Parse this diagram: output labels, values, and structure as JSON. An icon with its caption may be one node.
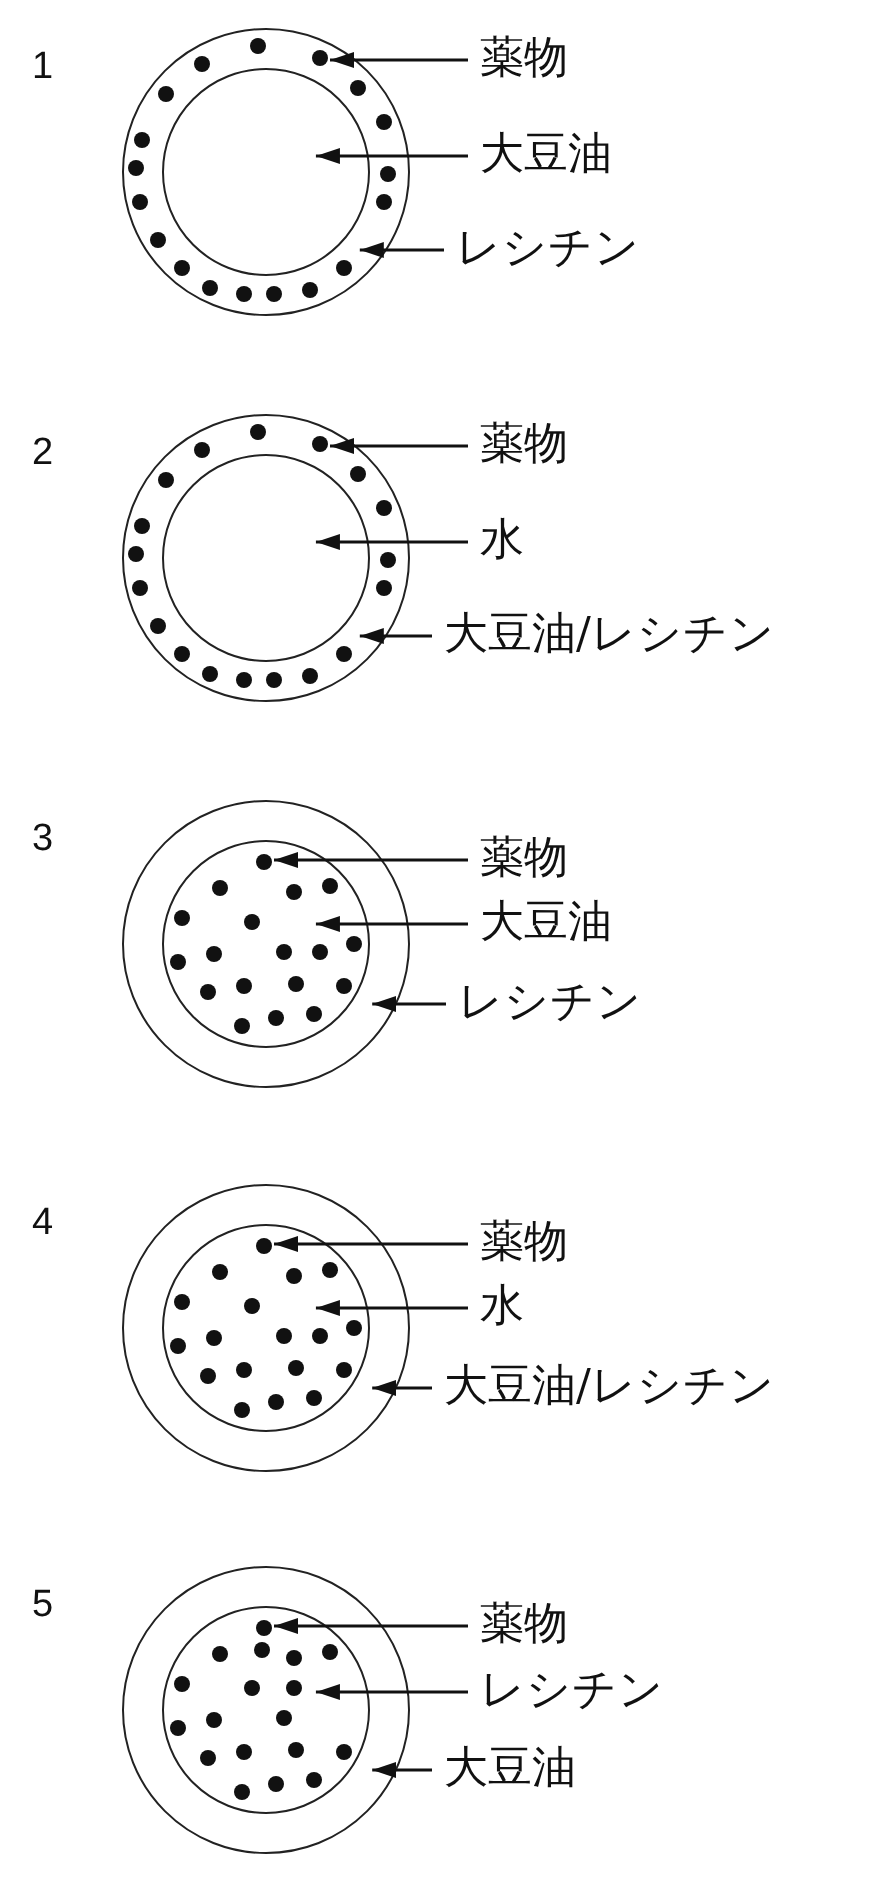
{
  "diagram": {
    "nodes": [
      {
        "text": [],
        "shape": "circle"
      },
      {
        "text": [],
        "shape": "circle",
        "in": 0
      },
      {
        "text": [],
        "shape": "circle",
        "in": 0
      },
      {
        "text": [
          "薬物"
        ]
      },
      {
        "text": [
          "大豆油"
        ]
      },
      {
        "text": [
          "レシチン"
        ]
      },
      {
        "text": [],
        "shape": "circle"
      },
      {
        "text": [],
        "shape": "circle",
        "in": 6
      },
      {
        "text": [],
        "shape": "circle",
        "in": 6
      },
      {
        "text": [
          "薬物"
        ]
      },
      {
        "text": [
          "水"
        ]
      },
      {
        "text": [
          "大豆油/レシチン"
        ]
      },
      {
        "text": [],
        "shape": "circle"
      },
      {
        "text": [],
        "shape": "circle",
        "in": 12
      },
      {
        "text": [],
        "shape": "circle",
        "in": 13
      },
      {
        "text": [
          "薬物"
        ]
      },
      {
        "text": [
          "大豆油"
        ]
      },
      {
        "text": [
          "レシチン"
        ]
      },
      {
        "text": [],
        "shape": "circle"
      },
      {
        "text": [],
        "shape": "circle",
        "in": 18
      },
      {
        "text": [],
        "shape": "circle",
        "in": 19
      },
      {
        "text": [
          "薬物"
        ]
      },
      {
        "text": [
          "水"
        ]
      },
      {
        "text": [
          "大豆油/レシチン"
        ]
      },
      {
        "text": [],
        "shape": "circle"
      },
      {
        "text": [],
        "shape": "circle",
        "in": 24
      },
      {
        "text": [],
        "shape": "circle",
        "in": 25
      },
      {
        "text": [
          "薬物"
        ]
      },
      {
        "text": [
          "レシチン"
        ]
      },
      {
        "text": [
          "大豆油"
        ]
      }
    ],
    "edges": [
      {
        "from": 3,
        "to": 2,
        "arrow": "to"
      },
      {
        "from": 4,
        "to": 1,
        "arrow": "to"
      },
      {
        "from": 5,
        "to": 0,
        "arrow": "to"
      },
      {
        "from": 9,
        "to": 8,
        "arrow": "to"
      },
      {
        "from": 10,
        "to": 7,
        "arrow": "to"
      },
      {
        "from": 11,
        "to": 6,
        "arrow": "to"
      },
      {
        "from": 15,
        "to": 14,
        "arrow": "to"
      },
      {
        "from": 16,
        "to": 13,
        "arrow": "to"
      },
      {
        "from": 17,
        "to": 12,
        "arrow": "to"
      },
      {
        "from": 21,
        "to": 20,
        "arrow": "to"
      },
      {
        "from": 22,
        "to": 19,
        "arrow": "to"
      },
      {
        "from": 23,
        "to": 18,
        "arrow": "to"
      },
      {
        "from": 27,
        "to": 26,
        "arrow": "to"
      },
      {
        "from": 28,
        "to": 25,
        "arrow": "to"
      },
      {
        "from": 29,
        "to": 24,
        "arrow": "to"
      }
    ],
    "labels": [
      "1",
      "2",
      "3",
      "4",
      "5"
    ]
  }
}
